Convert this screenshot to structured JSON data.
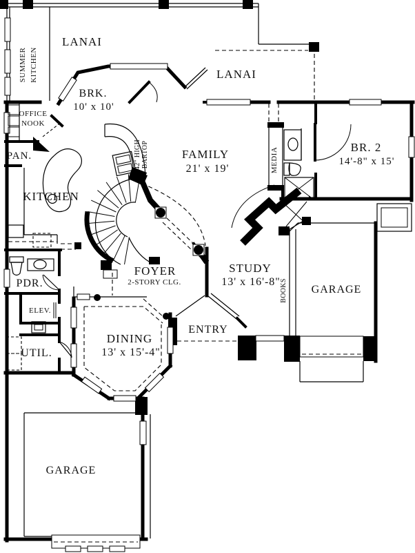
{
  "colors": {
    "ink": "#000000",
    "paper": "#ffffff"
  },
  "labels": {
    "lanai_left": "LANAI",
    "lanai_right": "LANAI",
    "summer_kitchen_1": "SUMMER",
    "summer_kitchen_2": "KITCHEN",
    "brk_name": "BRK.",
    "brk_dim": "10' x 10'",
    "office_nook_1": "OFFICE",
    "office_nook_2": "NOOK",
    "pan": "PAN.",
    "kitchen": "KITCHEN",
    "bartop_1": "42\" HIGH",
    "bartop_2": "BARTOP",
    "family_name": "FAMILY",
    "family_dim": "21' x 19'",
    "media": "MEDIA",
    "br2_name": "BR. 2",
    "br2_dim": "14'-8\" x 15'",
    "foyer_name": "FOYER",
    "foyer_dim": "2-STORY CLG.",
    "study_name": "STUDY",
    "study_dim": "13' x 16'-8\"",
    "books": "BOOKS",
    "garage_right": "GARAGE",
    "garage_bottom": "GARAGE",
    "pdr": "PDR.",
    "elev": "ELEV.",
    "util": "UTIL.",
    "dining_name": "DINING",
    "dining_dim": "13' x 15'-4\"",
    "entry": "ENTRY"
  }
}
